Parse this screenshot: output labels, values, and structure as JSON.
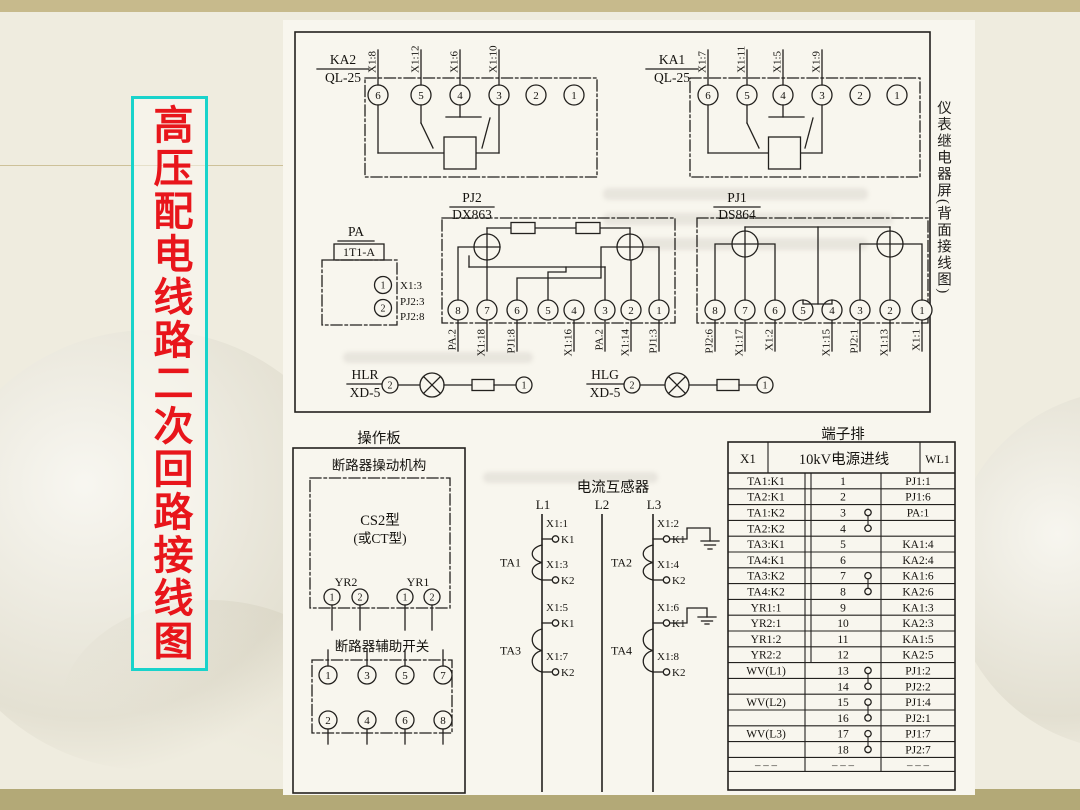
{
  "slide": {
    "title": "高压配电线路二次回路接线图"
  },
  "panel_note": "仪表继电器屏(背面接线图)",
  "relays": {
    "ka2": {
      "name": "KA2",
      "model": "QL-25",
      "terminals": [
        "6",
        "5",
        "4",
        "3",
        "2",
        "1"
      ],
      "leads": [
        "X1:8",
        "X1:12",
        "X1:6",
        "X1:10"
      ]
    },
    "ka1": {
      "name": "KA1",
      "model": "QL-25",
      "terminals": [
        "6",
        "5",
        "4",
        "3",
        "2",
        "1"
      ],
      "leads": [
        "X1:7",
        "X1:11",
        "X1:5",
        "X1:9"
      ]
    }
  },
  "meters": {
    "pj2": {
      "name": "PJ2",
      "model": "DX863",
      "terminals": [
        "8",
        "7",
        "6",
        "5",
        "4",
        "3",
        "2",
        "1"
      ],
      "bottom_labels": [
        "PA.2",
        "X1:18",
        "PJ1:8",
        "",
        "X1:16",
        "PA.2",
        "X1:14",
        "PJ1:3"
      ]
    },
    "pj1": {
      "name": "PJ1",
      "model": "DS864",
      "terminals": [
        "8",
        "7",
        "6",
        "5",
        "4",
        "3",
        "2",
        "1"
      ],
      "bottom_labels": [
        "PJ2:6",
        "X1:17",
        "X1:2",
        "",
        "X1:15",
        "PJ2:1",
        "X1:13",
        "X1:1"
      ]
    }
  },
  "ammeter": {
    "name": "PA",
    "model": "1T1-A",
    "terminals": [
      "1",
      "2"
    ],
    "side_labels": [
      "X1:3",
      "PJ2:3",
      "PJ2:8"
    ]
  },
  "lamps": {
    "hlr": {
      "name": "HLR",
      "model": "XD-5",
      "terminals": [
        "2",
        "1"
      ]
    },
    "hlg": {
      "name": "HLG",
      "model": "XD-5",
      "terminals": [
        "2",
        "1"
      ]
    }
  },
  "operation_panel": {
    "title": "操作板",
    "mechanism": "断路器操动机构",
    "type_line1": "CS2型",
    "type_line2": "(或CT型)",
    "coils": [
      {
        "name": "YR2",
        "terminals": [
          "1",
          "2"
        ]
      },
      {
        "name": "YR1",
        "terminals": [
          "1",
          "2"
        ]
      }
    ],
    "aux_switch": {
      "title": "断路器辅助开关",
      "row1": [
        "1",
        "3",
        "5",
        "7"
      ],
      "row2": [
        "2",
        "4",
        "6",
        "8"
      ]
    }
  },
  "ct_section": {
    "title": "电流互感器",
    "lines": [
      "L1",
      "L2",
      "L3"
    ],
    "transformers": [
      {
        "name": "TA1",
        "taps": [
          {
            "label": "X1:1",
            "k": "K1"
          },
          {
            "label": "X1:3",
            "k": "K2"
          }
        ]
      },
      {
        "name": "TA2",
        "taps": [
          {
            "label": "X1:2",
            "k": "K1"
          },
          {
            "label": "X1:4",
            "k": "K2"
          }
        ]
      },
      {
        "name": "TA3",
        "taps": [
          {
            "label": "X1:5",
            "k": "K1"
          },
          {
            "label": "X1:7",
            "k": "K2"
          }
        ]
      },
      {
        "name": "TA4",
        "taps": [
          {
            "label": "X1:6",
            "k": "K1"
          },
          {
            "label": "X1:8",
            "k": "K2"
          }
        ]
      }
    ]
  },
  "terminal_strip": {
    "title": "端子排",
    "header": {
      "left": "X1",
      "middle": "10kV电源进线",
      "right": "WL1"
    },
    "rows": [
      {
        "left": "TA1:K1",
        "num": "1",
        "right": "PJ1:1"
      },
      {
        "left": "TA2:K1",
        "num": "2",
        "right": "PJ1:6"
      },
      {
        "left": "TA1:K2",
        "num": "3",
        "right": "PA:1"
      },
      {
        "left": "TA2:K2",
        "num": "4",
        "right": ""
      },
      {
        "left": "TA3:K1",
        "num": "5",
        "right": "KA1:4"
      },
      {
        "left": "TA4:K1",
        "num": "6",
        "right": "KA2:4"
      },
      {
        "left": "TA3:K2",
        "num": "7",
        "right": "KA1:6"
      },
      {
        "left": "TA4:K2",
        "num": "8",
        "right": "KA2:6"
      },
      {
        "left": "YR1:1",
        "num": "9",
        "right": "KA1:3"
      },
      {
        "left": "YR2:1",
        "num": "10",
        "right": "KA2:3"
      },
      {
        "left": "YR1:2",
        "num": "11",
        "right": "KA1:5"
      },
      {
        "left": "YR2:2",
        "num": "12",
        "right": "KA2:5"
      },
      {
        "left": "WV(L1)",
        "num": "13",
        "right": "PJ1:2"
      },
      {
        "left": "",
        "num": "14",
        "right": "PJ2:2"
      },
      {
        "left": "WV(L2)",
        "num": "15",
        "right": "PJ1:4"
      },
      {
        "left": "",
        "num": "16",
        "right": "PJ2:1"
      },
      {
        "left": "WV(L3)",
        "num": "17",
        "right": "PJ1:7"
      },
      {
        "left": "",
        "num": "18",
        "right": "PJ2:7"
      }
    ],
    "continuation": "– – –",
    "jumper_pairs": [
      [
        3,
        4
      ],
      [
        7,
        8
      ],
      [
        13,
        14
      ],
      [
        15,
        16
      ],
      [
        17,
        18
      ]
    ]
  },
  "colors": {
    "accent_red": "#e8151b",
    "accent_cyan": "#19d3cb",
    "ink": "#23211e",
    "page": "#f8f6ee",
    "slide_bg": "#efecdf",
    "strip_top": "#c7ba8c",
    "strip_bottom": "#b3a977"
  }
}
